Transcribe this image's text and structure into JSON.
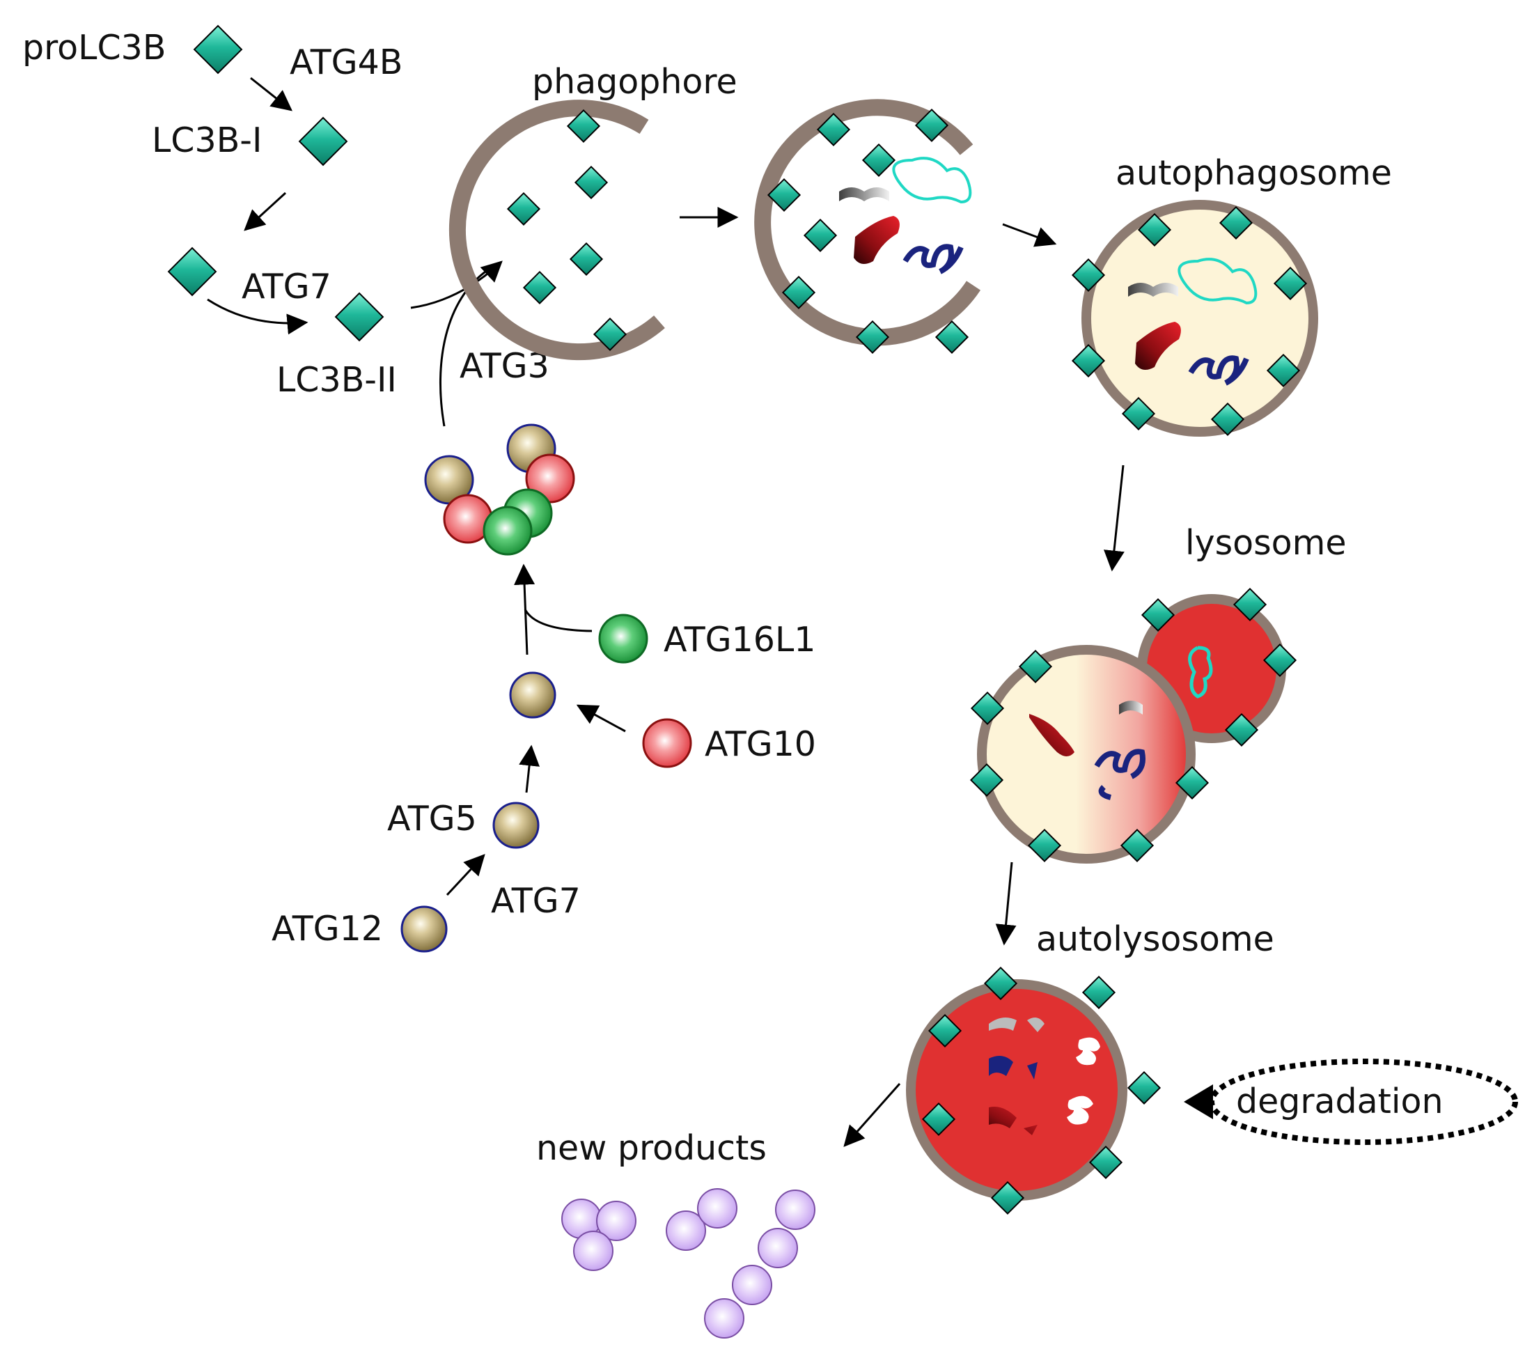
{
  "labels": {
    "proLC3B": "proLC3B",
    "ATG4B": "ATG4B",
    "LC3B_I": "LC3B-I",
    "ATG7_top": "ATG7",
    "LC3B_II": "LC3B-II",
    "ATG3": "ATG3",
    "phagophore": "phagophore",
    "autophagosome": "autophagosome",
    "lysosome": "lysosome",
    "autolysosome": "autolysosome",
    "degradation": "degradation",
    "new_products": "new products",
    "ATG16L1": "ATG16L1",
    "ATG10": "ATG10",
    "ATG5": "ATG5",
    "ATG12": "ATG12",
    "ATG7_bottom": "ATG7"
  },
  "colors": {
    "lc3": "#1fb89a",
    "membrane": "#8d7b71",
    "lumen": "#fdf4d8",
    "lysosome": "#e03131",
    "atg_brown": "#9c8a55",
    "atg_red": "#ee4f55",
    "atg_green": "#1c9e3c",
    "product": "#c9a8ef",
    "ring": "#1a1f8c"
  }
}
